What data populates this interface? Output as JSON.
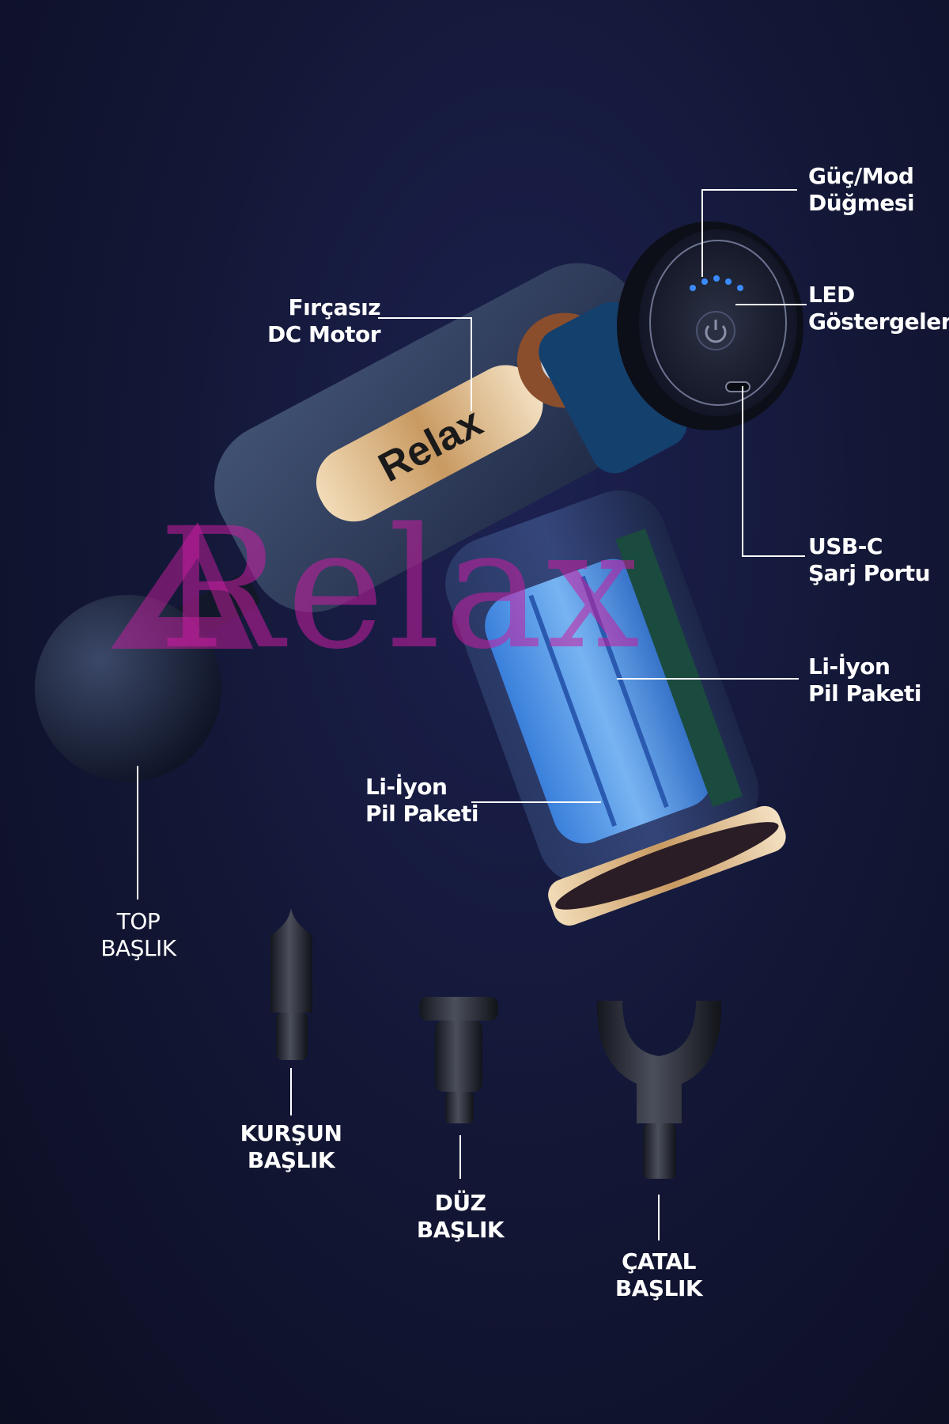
{
  "brand": {
    "device_text": "Relax",
    "watermark": "Relax"
  },
  "callouts": {
    "power_button": [
      "Güç/Mod",
      "Düğmesi"
    ],
    "led": [
      "LED",
      "Göstergeler"
    ],
    "motor": [
      "Fırçasız",
      "DC Motor"
    ],
    "usb": [
      "USB-C",
      "Şarj Portu"
    ],
    "battery_right": [
      "Li-İyon",
      "Pil Paketi"
    ],
    "battery_left": [
      "Li-İyon",
      "Pil Paketi"
    ],
    "ball_head": [
      "TOP",
      "BAŞLIK"
    ]
  },
  "attachments": [
    {
      "name": "bullet",
      "label": [
        "KURŞUN",
        "BAŞLIK"
      ]
    },
    {
      "name": "flat",
      "label": [
        "DÜZ",
        "BAŞLIK"
      ]
    },
    {
      "name": "fork",
      "label": [
        "ÇATAL",
        "BAŞLIK"
      ]
    }
  ],
  "colors": {
    "background": "#141838",
    "led": "#3a8bff",
    "gold": "#d9b98a",
    "watermark": "#c81ea0"
  },
  "icons": [
    "power-icon",
    "usb-port-icon",
    "led-dots-icon"
  ]
}
